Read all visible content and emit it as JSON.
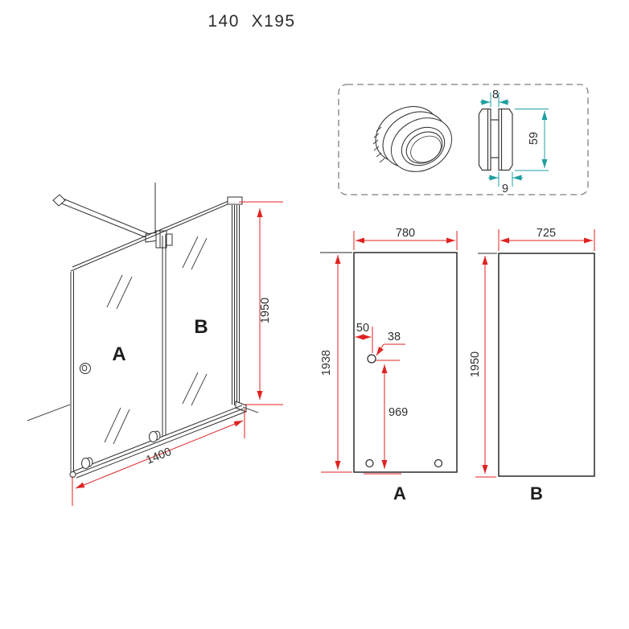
{
  "title": "140  X195",
  "colors": {
    "line": "#303030",
    "dimension_red": "#e02222",
    "dimension_teal": "#1d9fa0",
    "dashed_border": "#7e7e7e",
    "text": "#2f2f2f"
  },
  "isometric_view": {
    "panel_a_label": "A",
    "panel_b_label": "B",
    "height_dim": "1950",
    "width_dim": "1400"
  },
  "roller_detail": {
    "glass_gap_dim": "8",
    "wheel_diameter_dim": "59",
    "wheel_width_dim": "9"
  },
  "panel_a_detail": {
    "label": "A",
    "width_dim": "780",
    "height_dim": "1938",
    "hole_edge_offset_dim": "50",
    "hole_diameter_dim": "38",
    "hole_bottom_offset_dim": "969"
  },
  "panel_b_detail": {
    "label": "B",
    "width_dim": "725",
    "height_dim": "1950"
  }
}
